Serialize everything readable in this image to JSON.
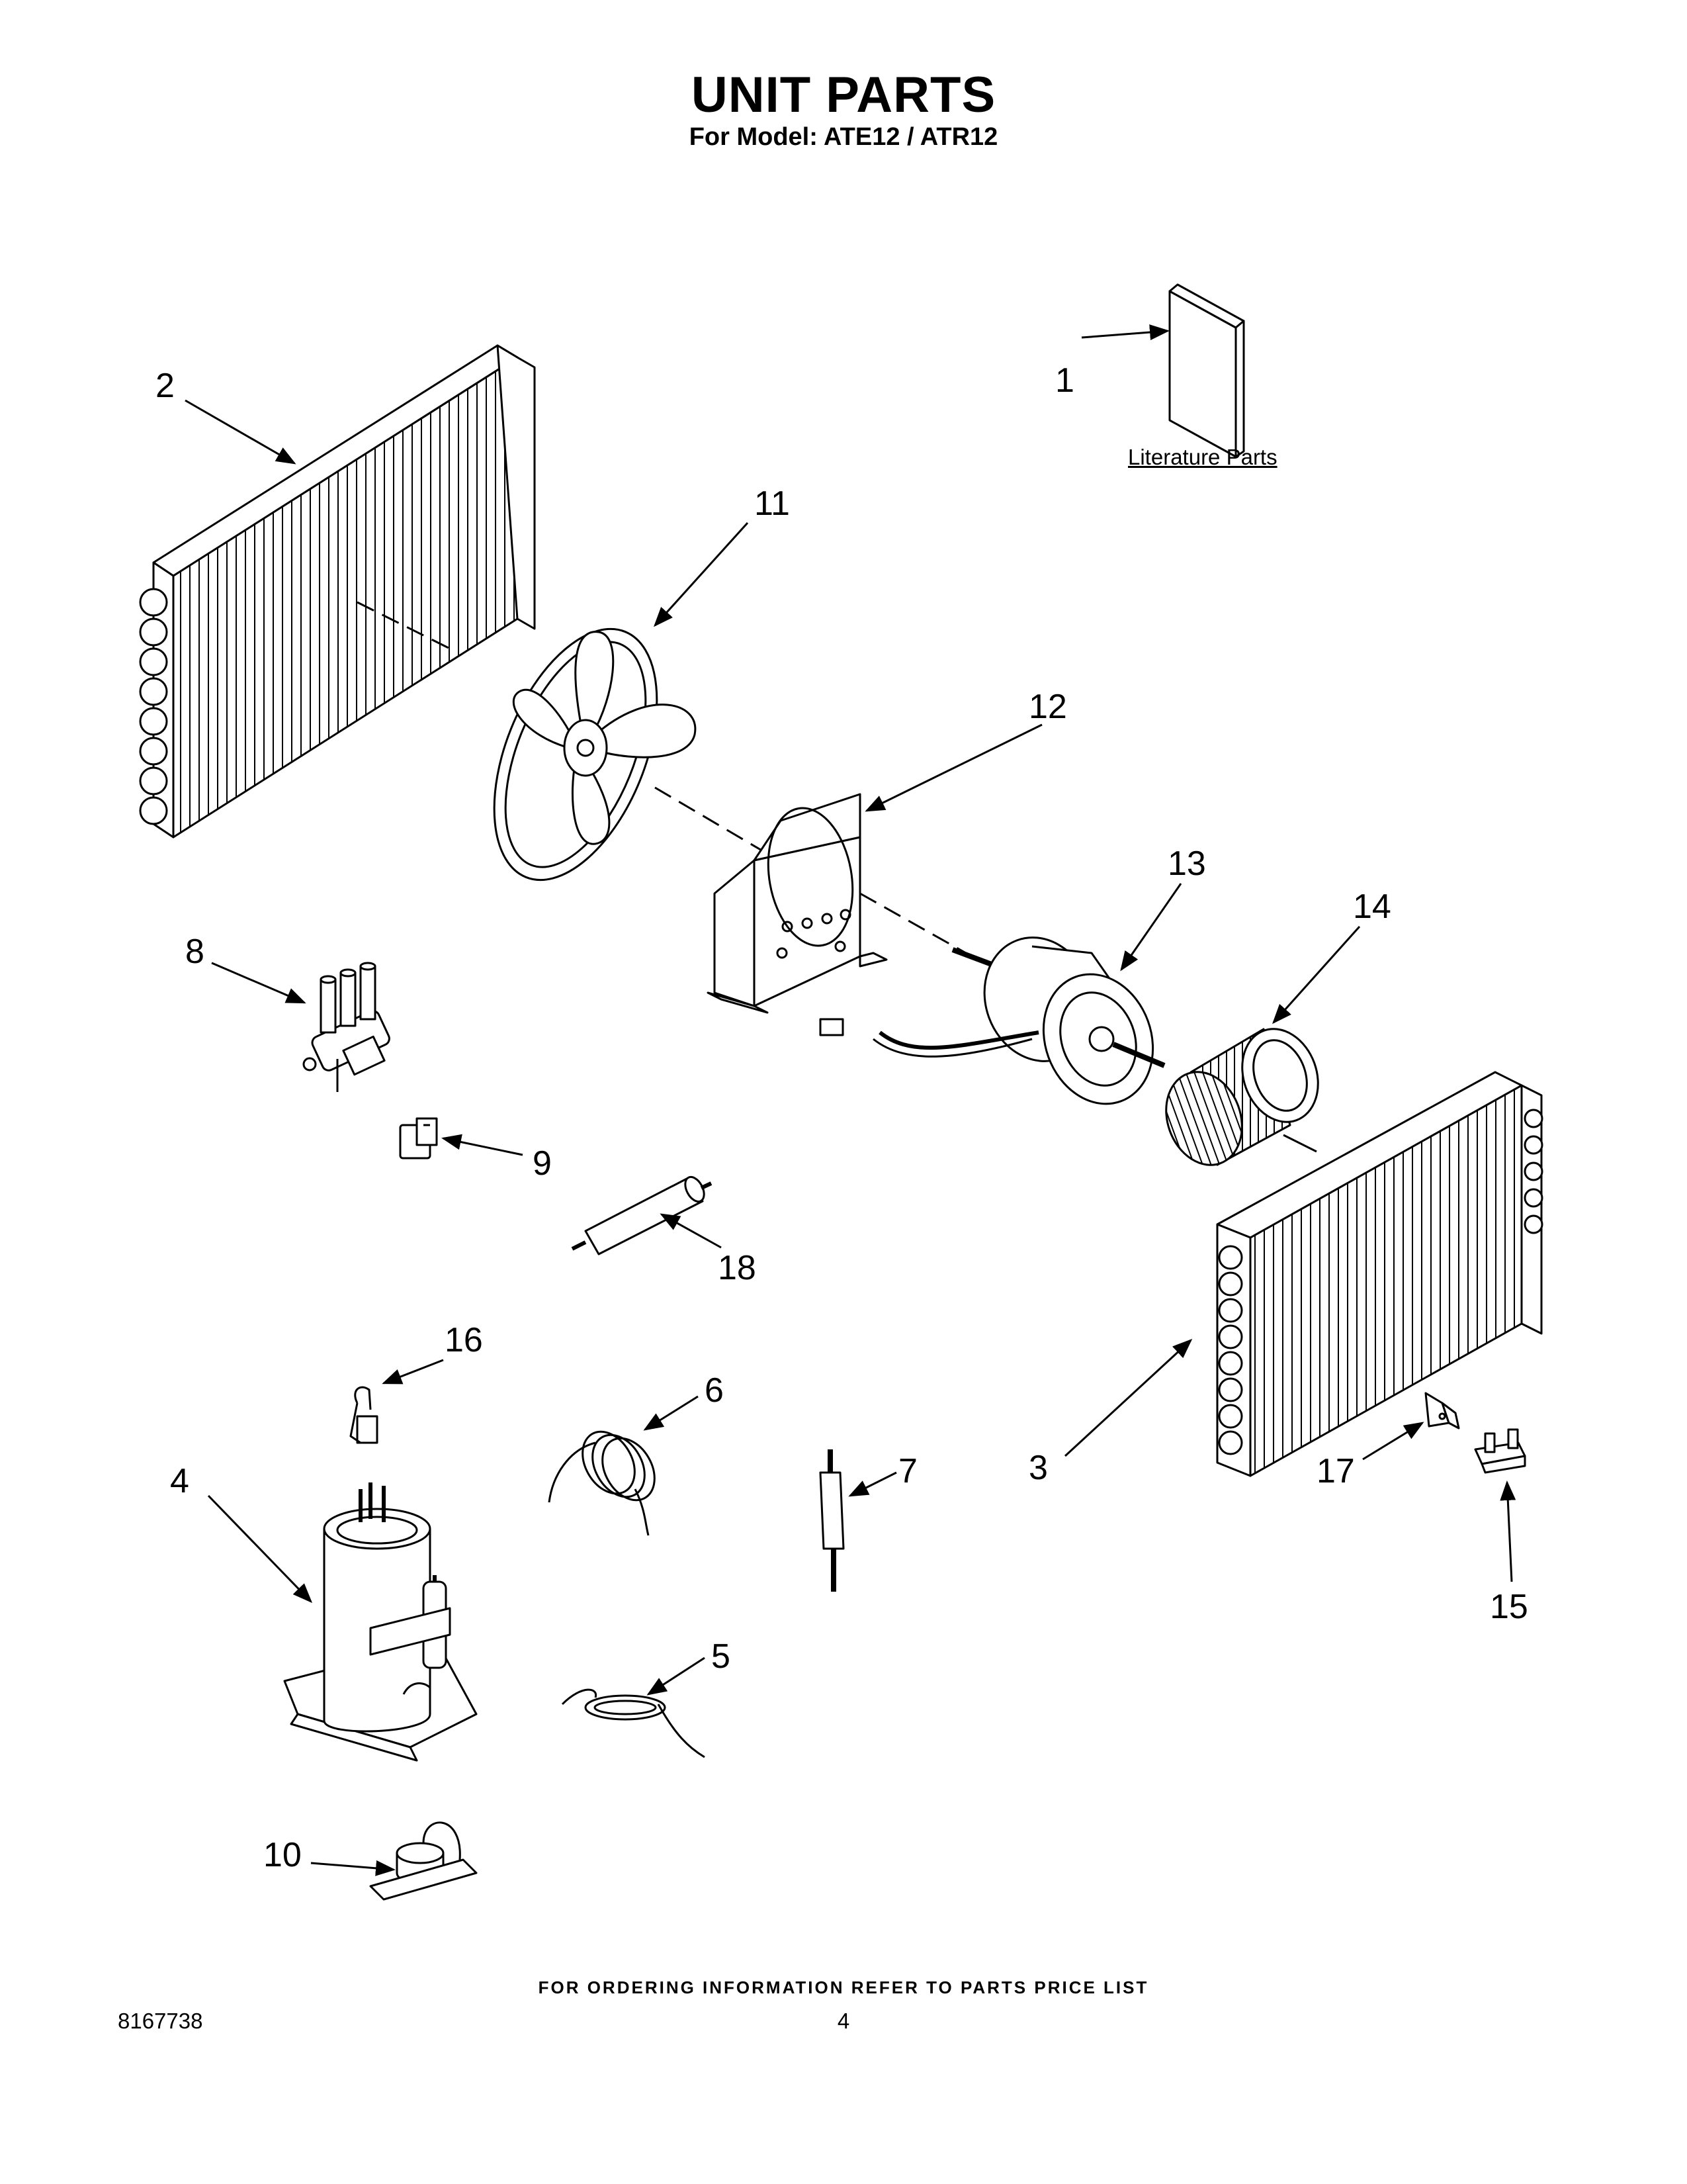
{
  "header": {
    "title": "UNIT PARTS",
    "subtitle": "For Model: ATE12 / ATR12"
  },
  "literature_label": "Literature Parts",
  "callouts": {
    "c1": "1",
    "c2": "2",
    "c3": "3",
    "c4": "4",
    "c5": "5",
    "c6": "6",
    "c7": "7",
    "c8": "8",
    "c9": "9",
    "c10": "10",
    "c11": "11",
    "c12": "12",
    "c13": "13",
    "c14": "14",
    "c15": "15",
    "c16": "16",
    "c17": "17",
    "c18": "18"
  },
  "footer": {
    "ordering": "FOR ORDERING INFORMATION REFER TO PARTS PRICE LIST",
    "doc_number": "8167738",
    "page_number": "4"
  }
}
